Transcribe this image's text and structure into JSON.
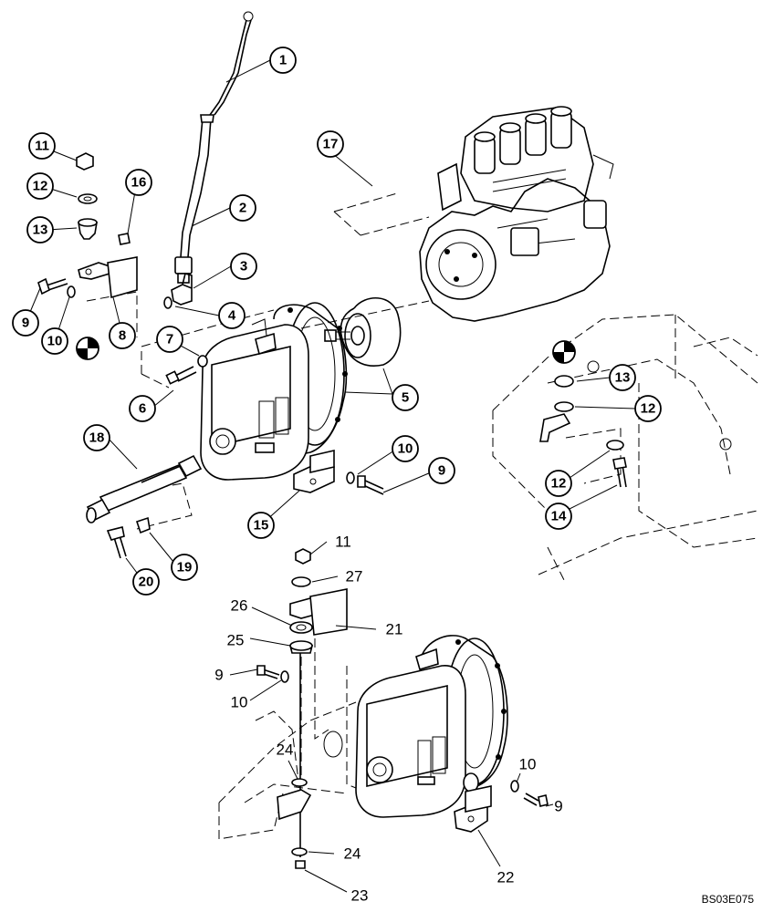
{
  "circled_callouts": [
    "1",
    "2",
    "3",
    "4",
    "5",
    "6",
    "7",
    "8",
    "9",
    "10",
    "11",
    "12",
    "13",
    "16",
    "17",
    "18",
    "15",
    "10",
    "9",
    "20",
    "19",
    "13",
    "12",
    "12",
    "14"
  ],
  "plain_callouts": [
    "11",
    "27",
    "26",
    "21",
    "25",
    "9",
    "10",
    "24",
    "10",
    "9",
    "24",
    "22",
    "23"
  ],
  "drawing_ref": "BS03E075",
  "center_of_gravity_symbol": "cg-marker-icon"
}
